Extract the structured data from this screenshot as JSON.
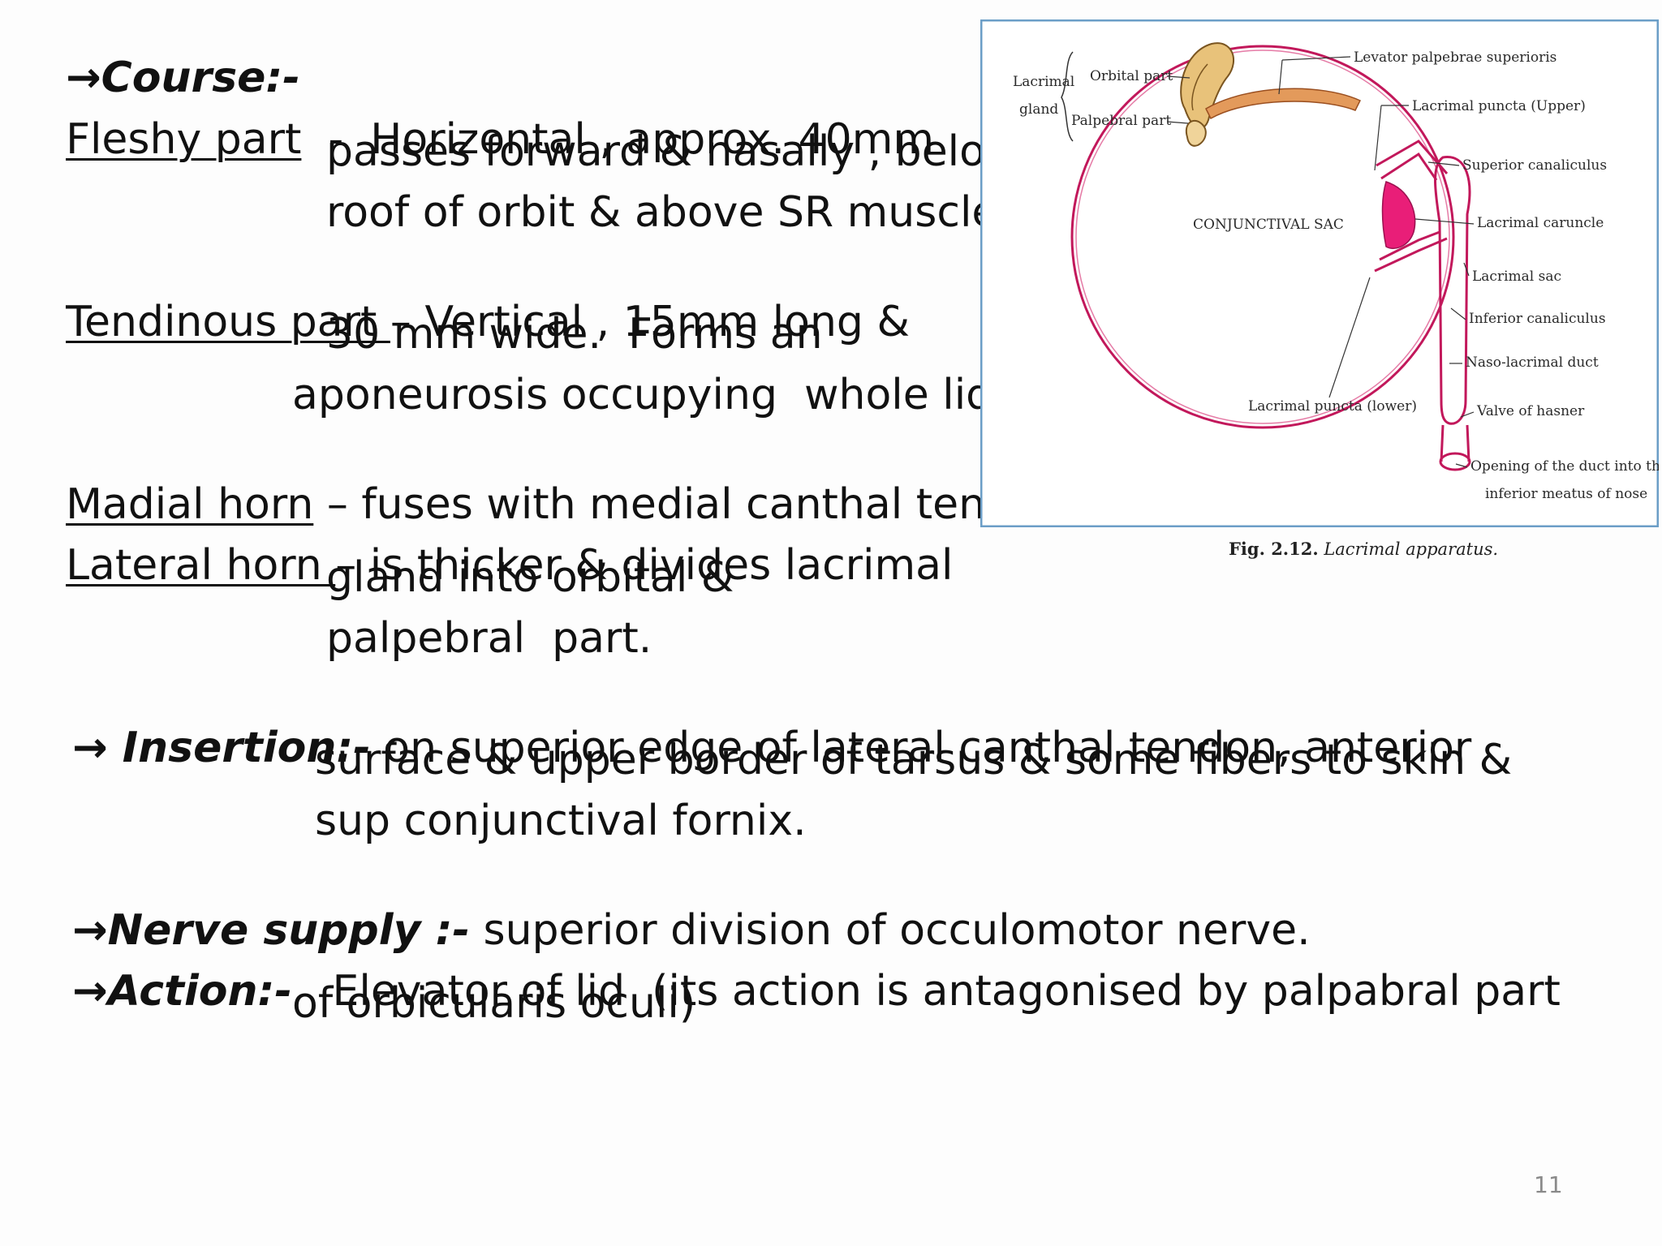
{
  "course": {
    "arrow": "→",
    "heading": "Course:-",
    "fleshy_label": "Fleshy part",
    "fleshy_sep": "  -  ",
    "fleshy_1": "Horizontal , approx. 40mm",
    "fleshy_2": "passes forward & nasally , below",
    "fleshy_3": "roof of orbit & above SR muscle.",
    "tendinous_label": "Tendinous part ",
    "tendinous_1": "– Vertical , 15mm long &",
    "tendinous_2": "30 mm wide.  Forms an",
    "tendinous_3": "aponeurosis occupying  whole lid.",
    "medial_label": "Madial horn",
    "medial_1": " – fuses with medial canthal tendon",
    "lateral_label": "Lateral horn ",
    "lateral_1": "– is thicker & divides lacrimal",
    "lateral_2": "gland into orbital &",
    "lateral_3": "palpebral  part."
  },
  "insertion": {
    "arrow": "→",
    "heading": " Insertion:-",
    "line_1": " on superior edge of lateral canthal tendon, anterior",
    "line_2": "surface & upper border of tarsus & some fibers to skin &",
    "line_3": "sup conjunctival fornix."
  },
  "nerve": {
    "arrow": "→",
    "heading": "Nerve supply :-",
    "line_1": " superior division of occulomotor nerve."
  },
  "action": {
    "arrow": "→",
    "heading": "Action:-",
    "line_1": "   Elevator of lid  (its action is antagonised by palpabral part",
    "line_2": "of orbicularis oculi)"
  },
  "figure": {
    "labels": {
      "lacrimal_gland": "Lacrimal gland",
      "lacrimal": "Lacrimal",
      "gland": "gland",
      "orbital_part": "Orbital part",
      "palpebral_part": "Palpebral part",
      "levator": "Levator palpebrae superioris",
      "puncta_upper": "Lacrimal puncta (Upper)",
      "superior_canaliculus": "Superior canaliculus",
      "conjunctival_sac": "CONJUNCTIVAL SAC",
      "caruncle": "Lacrimal caruncle",
      "sac": "Lacrimal sac",
      "inferior_canaliculus": "Inferior canaliculus",
      "nasolacrimal": "Naso-lacrimal duct",
      "puncta_lower": "Lacrimal puncta (lower)",
      "valve": "Valve of hasner",
      "opening_1": "Opening of the duct into the",
      "opening_2": "inferior meatus of nose"
    },
    "caption_fig": "Fig. 2.12.",
    "caption_title": "Lacrimal apparatus."
  },
  "page_number": "11"
}
